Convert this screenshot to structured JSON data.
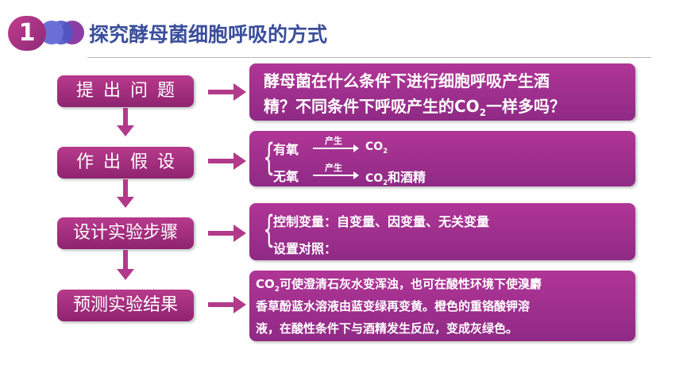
{
  "header": {
    "number": "1",
    "title": "探究酵母菌细胞呼吸的方式"
  },
  "steps": [
    {
      "label": "提出问题"
    },
    {
      "label": "作出假设"
    },
    {
      "label": "设计实验步骤"
    },
    {
      "label": "预测实验结果"
    }
  ],
  "question": {
    "line1": "酵母菌在什么条件下进行细胞呼吸产生酒",
    "line2_pre": "精？不同条件下呼吸产生的CO",
    "line2_sub": "2",
    "line2_post": "一样多吗？"
  },
  "hypothesis": {
    "row1_cond": "有氧",
    "row1_arrow_label": "产生",
    "row1_product": "CO",
    "row1_sub": "2",
    "row2_cond": "无氧",
    "row2_arrow_label": "产生",
    "row2_product": "CO",
    "row2_sub": "2",
    "row2_post": "和酒精"
  },
  "design": {
    "line1": "控制变量：自变量、因变量、无关变量",
    "line2": "设置对照："
  },
  "prediction": {
    "line1_pre": "CO",
    "line1_sub": "2",
    "line1_post": "可使澄清石灰水变浑浊，也可在酸性环境下使溴麝",
    "line2": "香草酚蓝水溶液由蓝变绿再变黄。橙色的重铬酸钾溶",
    "line3": "液，在酸性条件下与酒精发生反应，变成灰绿色。"
  },
  "colors": {
    "accent": "#b23a8a",
    "title": "#3b4e9c"
  }
}
